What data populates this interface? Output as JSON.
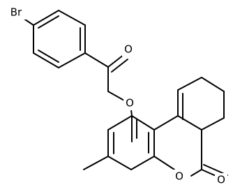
{
  "diagram": {
    "labels": {
      "bromine": "Br",
      "ketone_oxygen": "O",
      "ether_oxygen": "O",
      "ring_oxygen": "O",
      "lactone_carbonyl_oxygen": "O"
    }
  }
}
